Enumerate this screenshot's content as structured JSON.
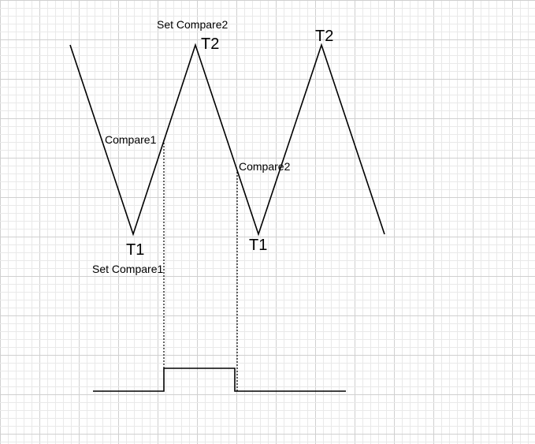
{
  "labels": {
    "set_compare2": "Set Compare2",
    "t2_first": "T2",
    "t2_second": "T2",
    "compare1": "Compare1",
    "compare2": "Compare2",
    "t1_first": "T1",
    "t1_second": "T1",
    "set_compare1": "Set Compare1"
  },
  "colors": {
    "grid_minor": "#e9e9e9",
    "grid_major": "#d0d0d0",
    "line": "#000000"
  }
}
